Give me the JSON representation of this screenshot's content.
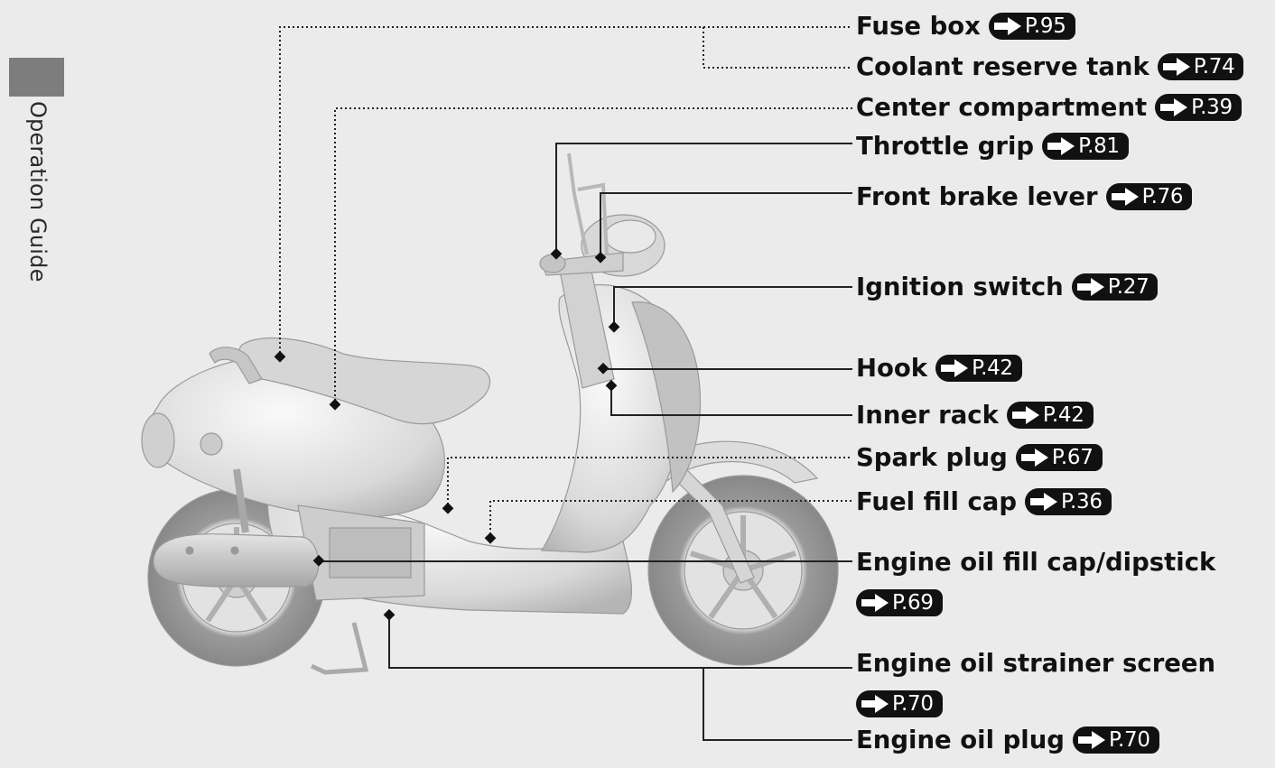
{
  "side_label": "Operation Guide",
  "labels": [
    {
      "id": "fuse-box",
      "text": "Fuse box",
      "ref": "P.95"
    },
    {
      "id": "coolant-reserve-tank",
      "text": "Coolant reserve tank",
      "ref": "P.74"
    },
    {
      "id": "center-compartment",
      "text": "Center compartment",
      "ref": "P.39"
    },
    {
      "id": "throttle-grip",
      "text": "Throttle grip",
      "ref": "P.81"
    },
    {
      "id": "front-brake-lever",
      "text": "Front brake lever",
      "ref": "P.76"
    },
    {
      "id": "ignition-switch",
      "text": "Ignition switch",
      "ref": "P.27"
    },
    {
      "id": "hook",
      "text": "Hook",
      "ref": "P.42"
    },
    {
      "id": "inner-rack",
      "text": "Inner rack",
      "ref": "P.42"
    },
    {
      "id": "spark-plug",
      "text": "Spark plug",
      "ref": "P.67"
    },
    {
      "id": "fuel-fill-cap",
      "text": "Fuel fill cap",
      "ref": "P.36"
    },
    {
      "id": "engine-oil-fill-cap",
      "text": "Engine oil fill cap/dipstick",
      "ref": "P.69"
    },
    {
      "id": "engine-oil-strainer-screen",
      "text": "Engine oil strainer screen",
      "ref": "P.70"
    },
    {
      "id": "engine-oil-plug",
      "text": "Engine oil plug",
      "ref": "P.70"
    }
  ],
  "colors": {
    "background": "#ebebeb",
    "side_tab": "#7d7d7d",
    "ref_badge": "#111111",
    "leader_line": "#222222"
  },
  "icons": {
    "ref_arrow": "right-arrow-icon"
  }
}
